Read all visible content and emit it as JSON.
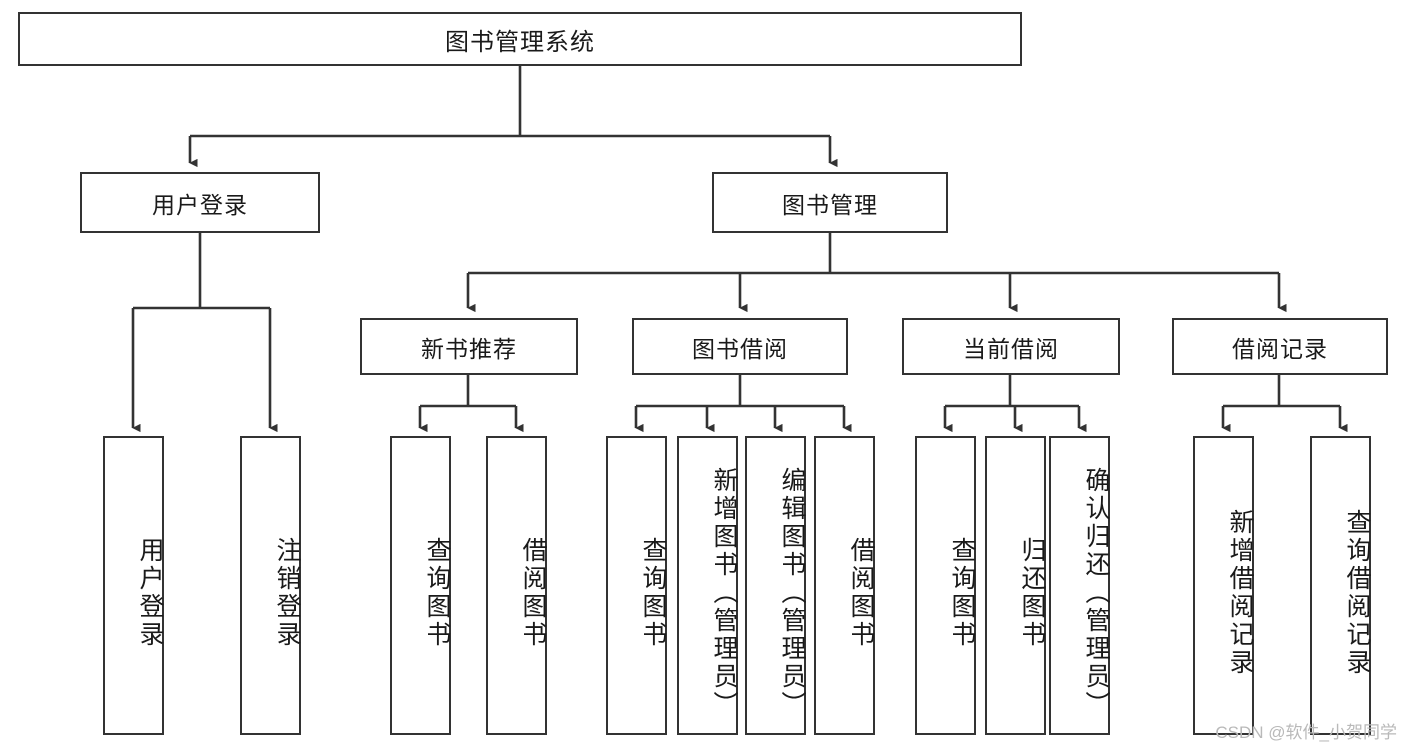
{
  "diagram": {
    "type": "tree-hierarchy",
    "title": "图书管理系统",
    "colors": {
      "stroke": "#333333",
      "fill": "#ffffff",
      "text": "#1a1a1a",
      "watermark": "#b9b9b9"
    },
    "root": {
      "label": "图书管理系统"
    },
    "level2": [
      {
        "label": "用户登录"
      },
      {
        "label": "图书管理"
      }
    ],
    "level3": [
      {
        "label": "新书推荐"
      },
      {
        "label": "图书借阅"
      },
      {
        "label": "当前借阅"
      },
      {
        "label": "借阅记录"
      }
    ],
    "leaves": {
      "user_login": [
        {
          "label": "用户登录"
        },
        {
          "label": "注销登录"
        }
      ],
      "new_book_recommend": [
        {
          "label": "查询图书"
        },
        {
          "label": "借阅图书"
        }
      ],
      "book_borrow": [
        {
          "label": "查询图书"
        },
        {
          "label": "新增图书（管理员）"
        },
        {
          "label": "编辑图书（管理员）"
        },
        {
          "label": "借阅图书"
        }
      ],
      "current_borrow": [
        {
          "label": "查询图书"
        },
        {
          "label": "归还图书"
        },
        {
          "label": "确认归还（管理员）"
        }
      ],
      "borrow_record": [
        {
          "label": "新增借阅记录"
        },
        {
          "label": "查询借阅记录"
        }
      ]
    },
    "watermark": "CSDN @软件_小贺同学"
  }
}
